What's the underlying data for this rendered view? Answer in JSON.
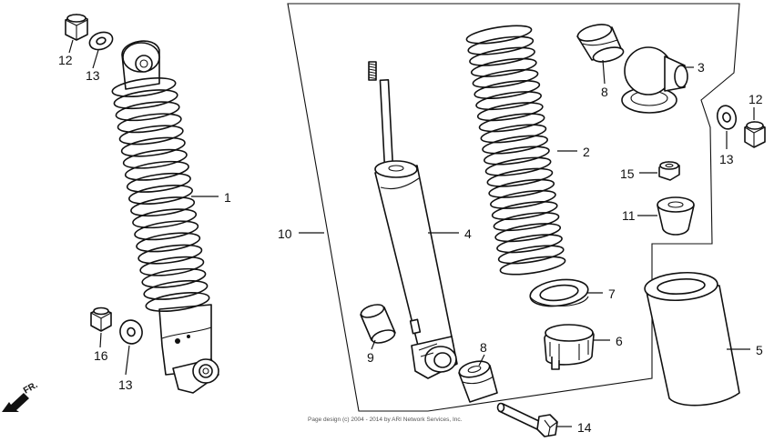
{
  "callouts": {
    "c12a": "12",
    "c13a": "13",
    "c1": "1",
    "c16": "16",
    "c13b": "13",
    "c10": "10",
    "c4": "4",
    "c9": "9",
    "c8a": "8",
    "c2": "2",
    "c7": "7",
    "c6": "6",
    "c14": "14",
    "c8b": "8",
    "c3": "3",
    "c12b": "12",
    "c13c": "13",
    "c15": "15",
    "c11": "11",
    "c5": "5"
  },
  "direction_label": "FR.",
  "copyright": "Page design (c) 2004 - 2014 by ARI Network Services, Inc.",
  "icons": {
    "direction": "arrow-icon"
  }
}
